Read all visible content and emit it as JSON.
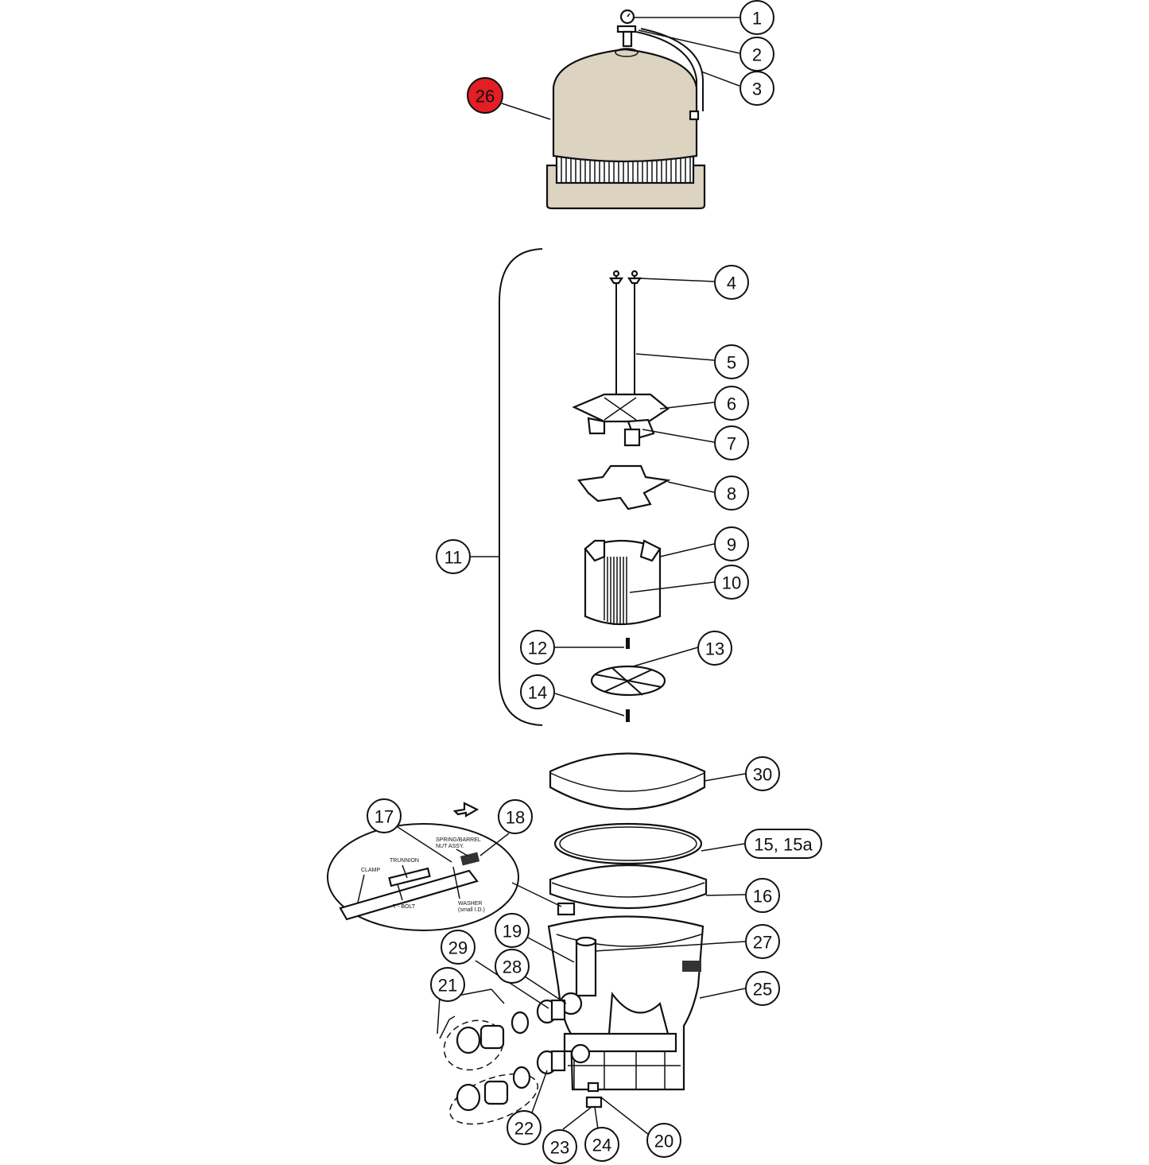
{
  "callouts": [
    {
      "id": "1",
      "label": "1"
    },
    {
      "id": "2",
      "label": "2"
    },
    {
      "id": "3",
      "label": "3"
    },
    {
      "id": "26",
      "label": "26",
      "highlight": true
    },
    {
      "id": "4",
      "label": "4"
    },
    {
      "id": "5",
      "label": "5"
    },
    {
      "id": "6",
      "label": "6"
    },
    {
      "id": "7",
      "label": "7"
    },
    {
      "id": "8",
      "label": "8"
    },
    {
      "id": "9",
      "label": "9"
    },
    {
      "id": "10",
      "label": "10"
    },
    {
      "id": "11",
      "label": "11"
    },
    {
      "id": "12",
      "label": "12"
    },
    {
      "id": "13",
      "label": "13"
    },
    {
      "id": "14",
      "label": "14"
    },
    {
      "id": "30",
      "label": "30"
    },
    {
      "id": "17",
      "label": "17"
    },
    {
      "id": "18",
      "label": "18"
    },
    {
      "id": "15",
      "label": "15, 15a"
    },
    {
      "id": "16",
      "label": "16"
    },
    {
      "id": "19",
      "label": "19"
    },
    {
      "id": "27",
      "label": "27"
    },
    {
      "id": "29",
      "label": "29"
    },
    {
      "id": "28",
      "label": "28"
    },
    {
      "id": "25",
      "label": "25"
    },
    {
      "id": "21",
      "label": "21"
    },
    {
      "id": "22",
      "label": "22"
    },
    {
      "id": "23",
      "label": "23"
    },
    {
      "id": "24",
      "label": "24"
    },
    {
      "id": "20",
      "label": "20"
    }
  ],
  "inset": {
    "spring_label_1": "SPRING/BARREL",
    "spring_label_2": "NUT ASSY.",
    "trunnion": "TRUNNION",
    "clamp": "CLAMP",
    "tbolt": "T - BOLT",
    "washer_1": "WASHER",
    "washer_2": "(small I.D.)"
  },
  "colors": {
    "tank_lid": "#dcd3c1",
    "highlight": "#e31e24",
    "stroke": "#111111"
  }
}
